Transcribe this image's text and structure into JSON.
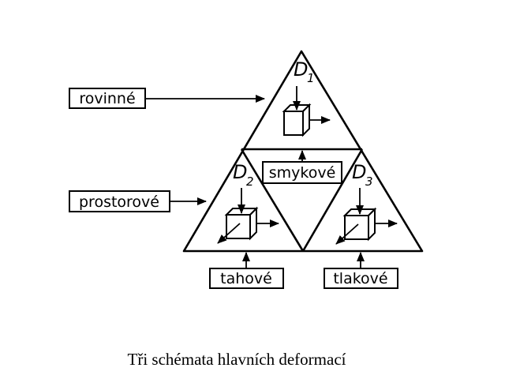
{
  "labels": {
    "rovinne": "rovinné",
    "prostorove": "prostorové",
    "smykove": "smykové",
    "tahove": "tahové",
    "tlakove": "tlakové"
  },
  "nodes": {
    "d1": {
      "letter": "D",
      "sub": "1"
    },
    "d2": {
      "letter": "D",
      "sub": "2"
    },
    "d3": {
      "letter": "D",
      "sub": "3"
    }
  },
  "caption": "Tři schémata hlavních deformací"
}
